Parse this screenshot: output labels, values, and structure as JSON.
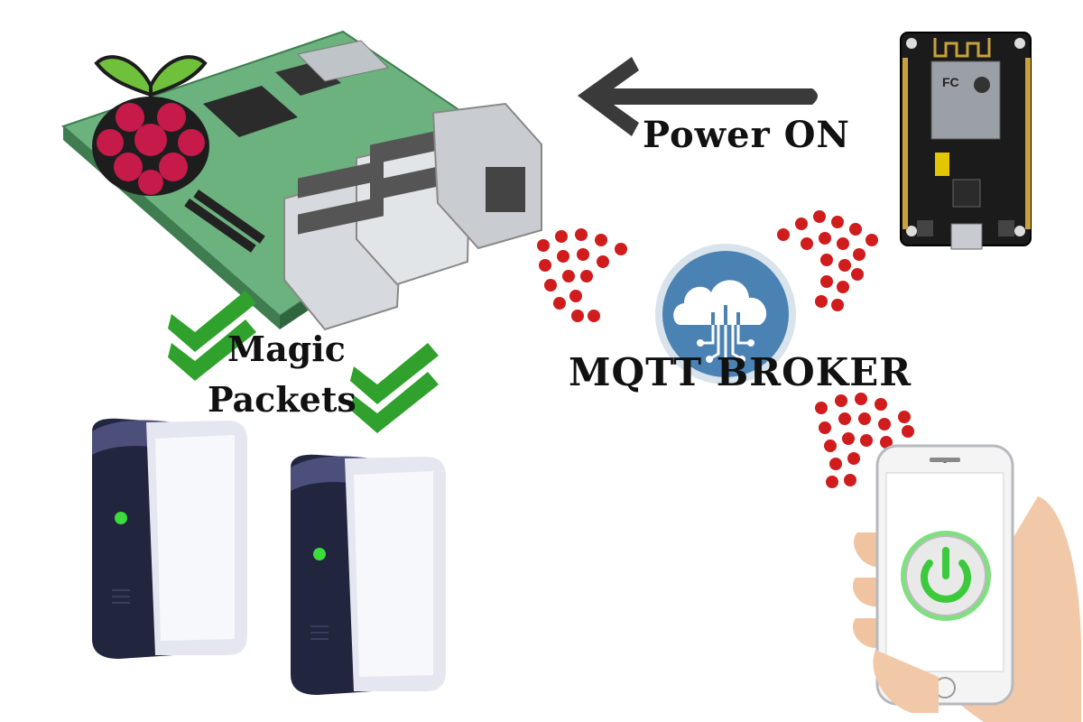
{
  "labels": {
    "power": "Power ON",
    "magic_line1": "Magic",
    "magic_line2": "Packets",
    "broker": "MQTT BROKER"
  },
  "icons": {
    "raspberry_pi": "raspberry-pi-board-icon",
    "raspberry_logo": "raspberry-logo-icon",
    "esp_board": "nodemcu-esp8266-board-icon",
    "cloud": "cloud-broker-icon",
    "phone": "smartphone-hand-icon",
    "power": "power-button-icon",
    "servers": "server-tower-icon",
    "arrow": "left-arrow-icon",
    "signal": "wifi-signal-dots-icon",
    "check": "green-check-icon"
  },
  "colors": {
    "text": "#111111",
    "signal_red": "#d01c1c",
    "check_green": "#2fa12c",
    "cloud_blue": "#4a82b4",
    "board_green": "#5aa56e",
    "power_green": "#3cc93c"
  }
}
